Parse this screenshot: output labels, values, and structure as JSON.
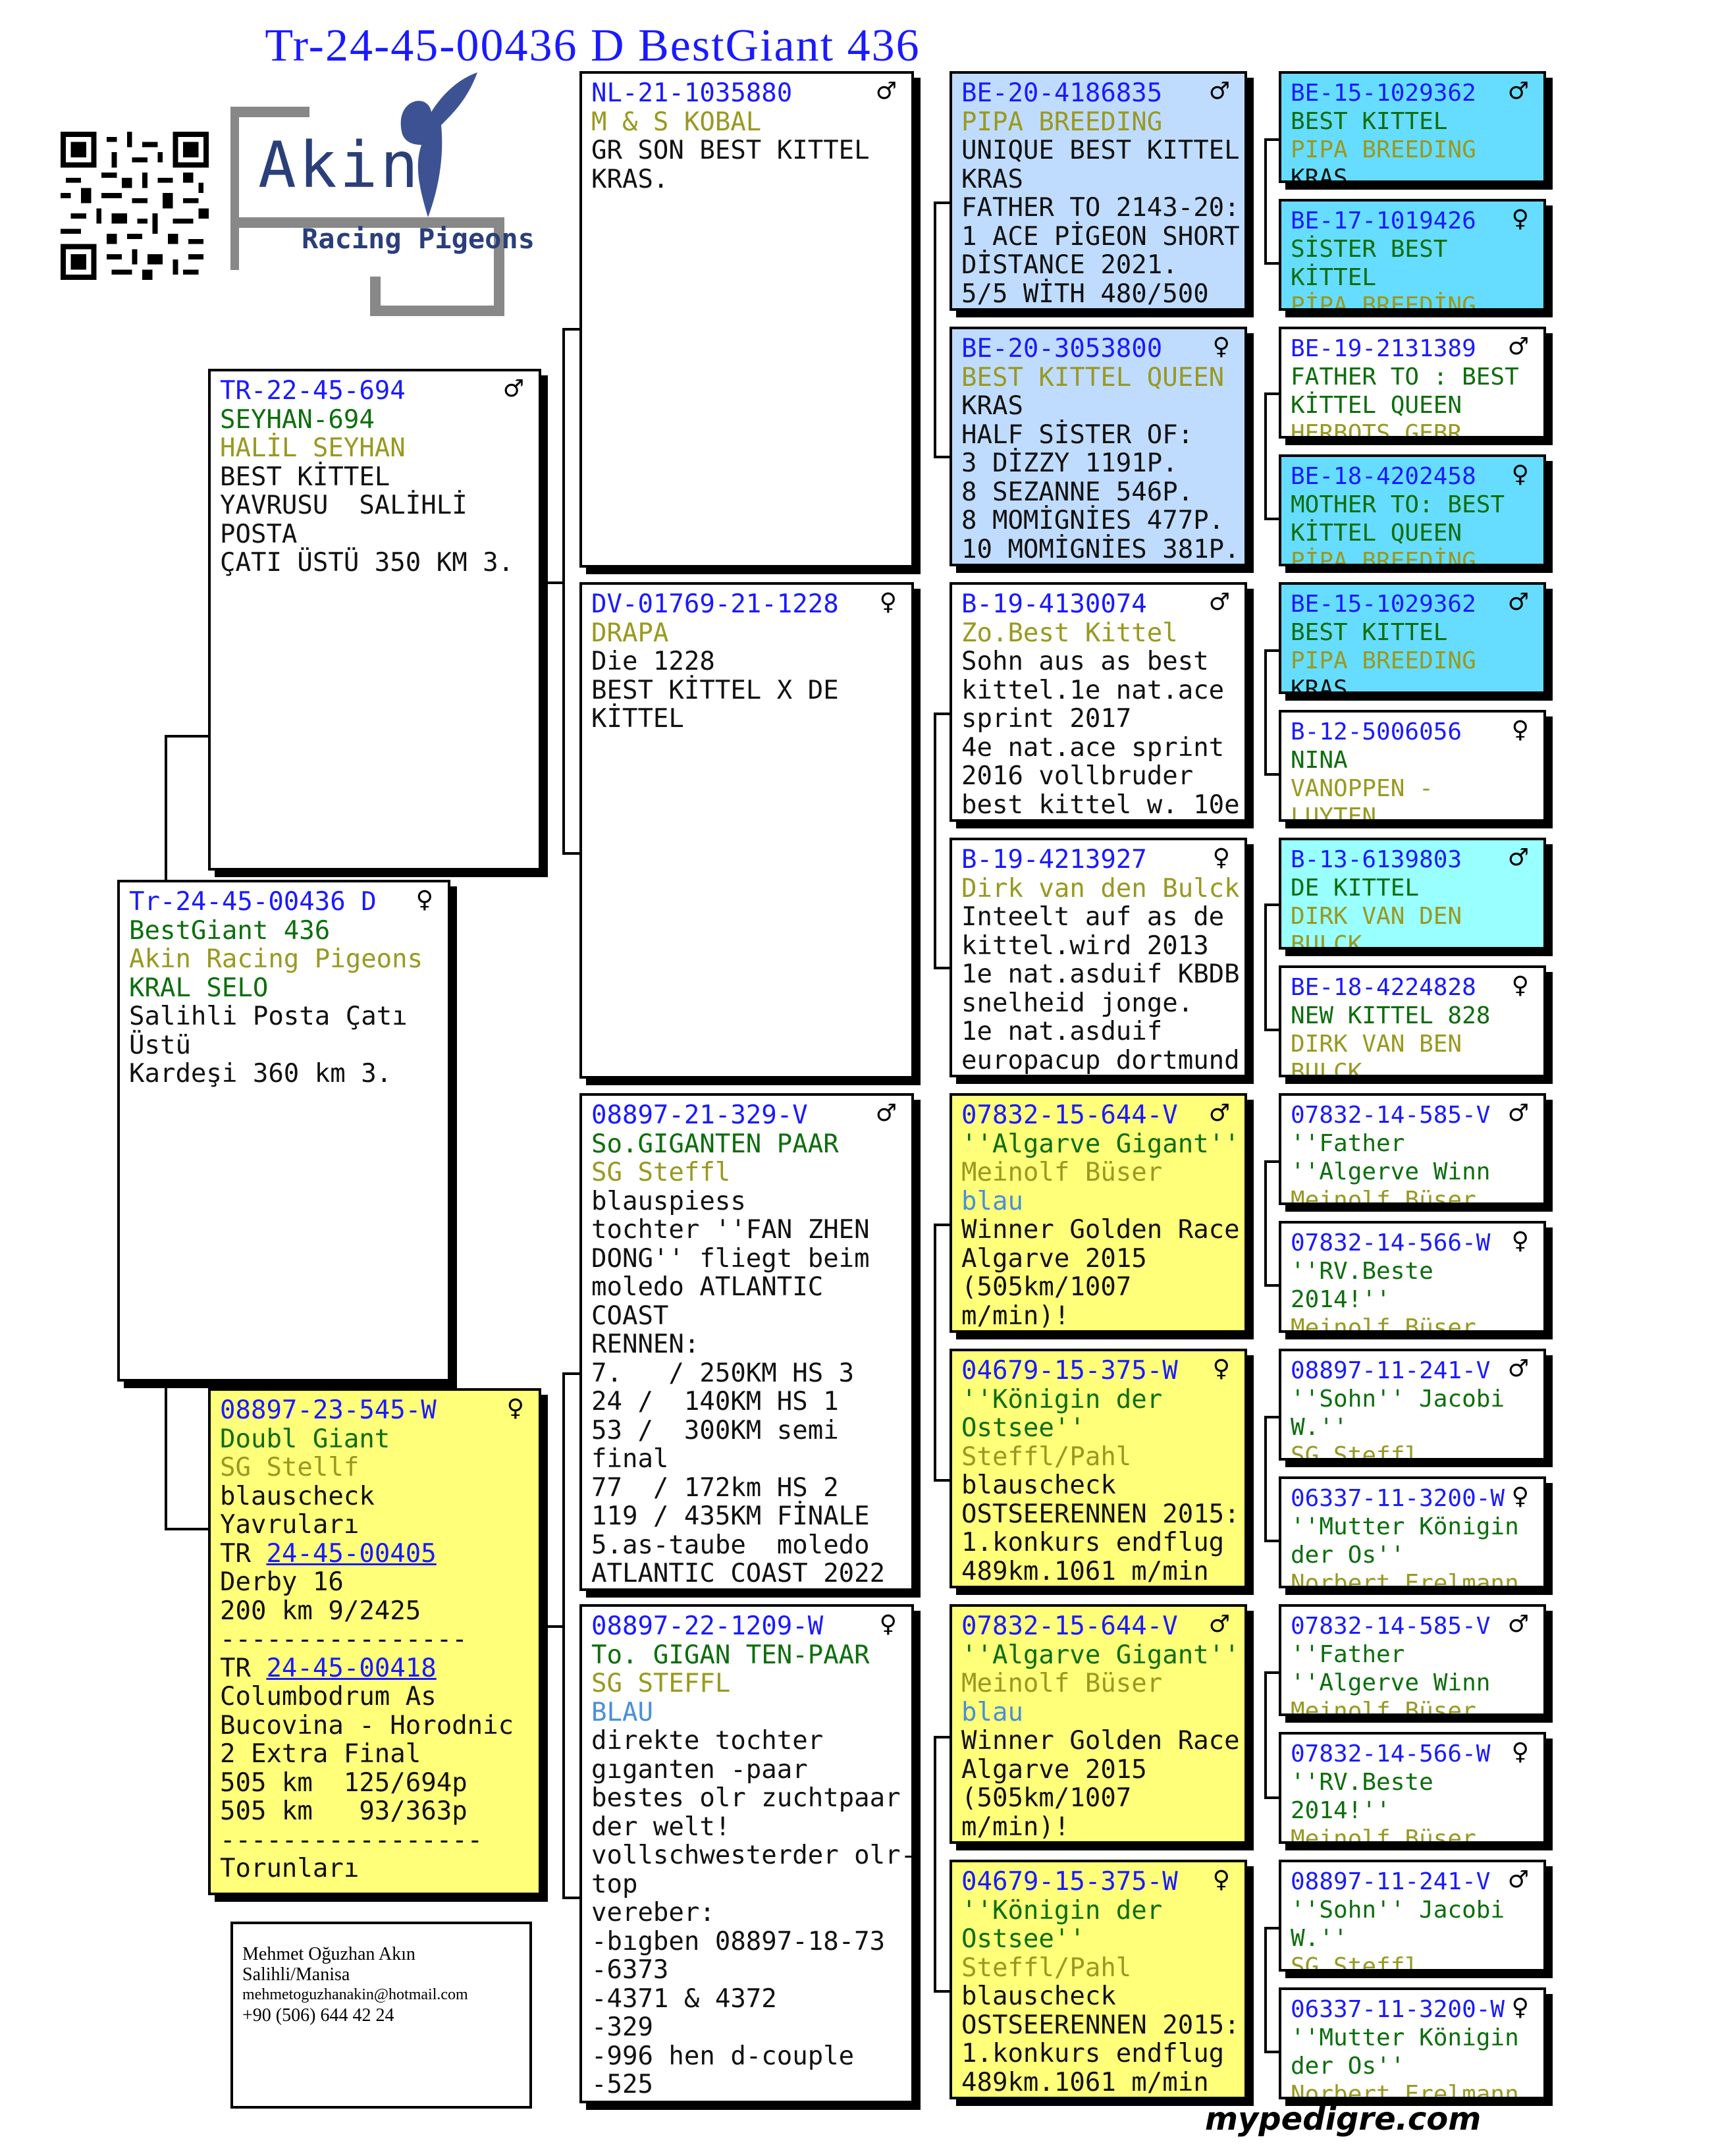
{
  "title": "Tr-24-45-00436 D BestGiant 436",
  "contact": {
    "name": "Mehmet Oğuzhan Akın",
    "city": "Salihli/Manisa",
    "email": "mehmetoguzhanakin@hotmail.com",
    "phone": "+90 (506) 644 42 24"
  },
  "logo": {
    "name": "Akin",
    "subtitle": "Racing Pigeons",
    "icon": "pigeon-icon"
  },
  "footer": "mypedigre.com",
  "colors": {
    "ring": "#1a1aff",
    "name": "#0d6e0d",
    "breeder": "#999922",
    "color": "#4a8fd6",
    "yellow": "#ffff7a",
    "blue": "#bfdcff",
    "cyan": "#66ddff",
    "aqua": "#99ffff"
  },
  "birds": {
    "subject": {
      "sex": "♀",
      "lines": [
        {
          "t": "Tr-24-45-00436 D",
          "c": "ring"
        },
        {
          "t": "BestGiant 436",
          "c": "n1"
        },
        {
          "t": "Akin Racing Pigeons",
          "c": "n2"
        },
        {
          "t": "KRAL SELO",
          "c": "n1"
        },
        {
          "t": "Salihli Posta Çatı",
          "c": "tx"
        },
        {
          "t": "Üstü",
          "c": "tx"
        },
        {
          "t": "Kardeşi 360 km 3.",
          "c": "tx"
        }
      ]
    },
    "sire": {
      "sex": "♂",
      "lines": [
        {
          "t": "TR-22-45-694",
          "c": "ring"
        },
        {
          "t": "SEYHAN-694",
          "c": "n1"
        },
        {
          "t": "HALİL SEYHAN",
          "c": "n2"
        },
        {
          "t": "BEST KİTTEL",
          "c": "tx"
        },
        {
          "t": "YAVRUSU  SALİHLİ",
          "c": "tx"
        },
        {
          "t": "POSTA",
          "c": "tx"
        },
        {
          "t": "ÇATI ÜSTÜ 350 KM 3.",
          "c": "tx"
        }
      ]
    },
    "dam": {
      "sex": "♀",
      "lines": [
        {
          "t": "08897-23-545-W",
          "c": "ring"
        },
        {
          "t": "Doubl Giant",
          "c": "n1"
        },
        {
          "t": "SG Stellf",
          "c": "n2"
        },
        {
          "t": "blauscheck",
          "c": "tx"
        },
        {
          "t": "Yavruları",
          "c": "tx"
        },
        {
          "t": "TR ",
          "c": "tx",
          "link": "24-45-00405"
        },
        {
          "t": "Derby 16",
          "c": "tx"
        },
        {
          "t": "200 km 9/2425",
          "c": "tx"
        },
        {
          "t": "----------------",
          "c": "tx"
        },
        {
          "t": "TR ",
          "c": "tx",
          "link": "24-45-00418"
        },
        {
          "t": "Columbodrum As",
          "c": "tx"
        },
        {
          "t": "Bucovina - Horodnic",
          "c": "tx"
        },
        {
          "t": "2 Extra Final",
          "c": "tx"
        },
        {
          "t": "505 km  125/694p",
          "c": "tx"
        },
        {
          "t": "505 km   93/363p",
          "c": "tx"
        },
        {
          "t": "-----------------",
          "c": "tx"
        },
        {
          "t": "Torunları",
          "c": "tx"
        }
      ]
    },
    "ss": {
      "sex": "♂",
      "lines": [
        {
          "t": "NL-21-1035880",
          "c": "ring"
        },
        {
          "t": "M & S KOBAL",
          "c": "n2"
        },
        {
          "t": "GR SON BEST KITTEL",
          "c": "tx"
        },
        {
          "t": "KRAS.",
          "c": "tx"
        }
      ]
    },
    "sd": {
      "sex": "♀",
      "lines": [
        {
          "t": "DV-01769-21-1228",
          "c": "ring"
        },
        {
          "t": "DRAPA",
          "c": "n2"
        },
        {
          "t": "Die 1228",
          "c": "tx"
        },
        {
          "t": "BEST KİTTEL X DE",
          "c": "tx"
        },
        {
          "t": "KİTTEL",
          "c": "tx"
        }
      ]
    },
    "ds": {
      "sex": "♂",
      "lines": [
        {
          "t": "08897-21-329-V",
          "c": "ring"
        },
        {
          "t": "So.GIGANTEN PAAR",
          "c": "n1"
        },
        {
          "t": "SG Steffl",
          "c": "n2"
        },
        {
          "t": "blauspiess",
          "c": "tx"
        },
        {
          "t": "tochter ''FAN ZHEN",
          "c": "tx"
        },
        {
          "t": "DONG'' fliegt beim",
          "c": "tx"
        },
        {
          "t": "moledo ATLANTIC",
          "c": "tx"
        },
        {
          "t": "COAST",
          "c": "tx"
        },
        {
          "t": "RENNEN:",
          "c": "tx"
        },
        {
          "t": "7.   / 250KM HS 3",
          "c": "tx"
        },
        {
          "t": "24 /  140KM HS 1",
          "c": "tx"
        },
        {
          "t": "53 /  300KM semi",
          "c": "tx"
        },
        {
          "t": "final",
          "c": "tx"
        },
        {
          "t": "77  / 172km HS 2",
          "c": "tx"
        },
        {
          "t": "119 / 435KM FİNALE",
          "c": "tx"
        },
        {
          "t": "5.as-taube  moledo",
          "c": "tx"
        },
        {
          "t": "ATLANTIC COAST 2022",
          "c": "tx"
        }
      ]
    },
    "dd": {
      "sex": "♀",
      "lines": [
        {
          "t": "08897-22-1209-W",
          "c": "ring"
        },
        {
          "t": "To. GIGAN TEN-PAAR",
          "c": "n1"
        },
        {
          "t": "SG STEFFL",
          "c": "n2"
        },
        {
          "t": "BLAU",
          "c": "n3"
        },
        {
          "t": "direkte tochter",
          "c": "tx"
        },
        {
          "t": "gıganten -paar",
          "c": "tx"
        },
        {
          "t": "bestes olr zuchtpaar",
          "c": "tx"
        },
        {
          "t": "der welt!",
          "c": "tx"
        },
        {
          "t": "vollschwesterder olr-",
          "c": "tx"
        },
        {
          "t": "top",
          "c": "tx"
        },
        {
          "t": "vereber:",
          "c": "tx"
        },
        {
          "t": "-bıgben 08897-18-73",
          "c": "tx"
        },
        {
          "t": "-6373",
          "c": "tx"
        },
        {
          "t": "-4371 & 4372",
          "c": "tx"
        },
        {
          "t": "-329",
          "c": "tx"
        },
        {
          "t": "-996 hen d-couple",
          "c": "tx"
        },
        {
          "t": "-525",
          "c": "tx"
        }
      ]
    },
    "sss": {
      "sex": "♂",
      "lines": [
        {
          "t": "BE-20-4186835",
          "c": "ring"
        },
        {
          "t": "PIPA BREEDING",
          "c": "n2"
        },
        {
          "t": "UNIQUE BEST KITTEL",
          "c": "tx"
        },
        {
          "t": "KRAS",
          "c": "tx"
        },
        {
          "t": "FATHER TO 2143-20:",
          "c": "tx"
        },
        {
          "t": "1 ACE PİGEON SHORT",
          "c": "tx"
        },
        {
          "t": "DİSTANCE 2021.",
          "c": "tx"
        },
        {
          "t": "5/5 WİTH 480/500",
          "c": "tx"
        }
      ]
    },
    "ssd": {
      "sex": "♀",
      "lines": [
        {
          "t": "BE-20-3053800",
          "c": "ring"
        },
        {
          "t": "BEST KITTEL QUEEN",
          "c": "n2"
        },
        {
          "t": "KRAS",
          "c": "tx"
        },
        {
          "t": "HALF SİSTER OF:",
          "c": "tx"
        },
        {
          "t": "3 DİZZY 1191P.",
          "c": "tx"
        },
        {
          "t": "8 SEZANNE 546P.",
          "c": "tx"
        },
        {
          "t": "8 MOMİGNİES 477P.",
          "c": "tx"
        },
        {
          "t": "10 MOMİGNİES 381P.",
          "c": "tx"
        }
      ]
    },
    "sds": {
      "sex": "♂",
      "lines": [
        {
          "t": "B-19-4130074",
          "c": "ring"
        },
        {
          "t": "Zo.Best Kittel",
          "c": "n2"
        },
        {
          "t": "Sohn aus as best",
          "c": "tx"
        },
        {
          "t": "kittel.1e nat.ace",
          "c": "tx"
        },
        {
          "t": "sprint 2017",
          "c": "tx"
        },
        {
          "t": "4e nat.ace sprint",
          "c": "tx"
        },
        {
          "t": "2016 vollbruder",
          "c": "tx"
        },
        {
          "t": "best kittel w. 10e",
          "c": "tx"
        }
      ]
    },
    "sdd": {
      "sex": "♀",
      "lines": [
        {
          "t": "B-19-4213927",
          "c": "ring"
        },
        {
          "t": "Dirk van den Bulck",
          "c": "n2"
        },
        {
          "t": "Inteelt auf as de",
          "c": "tx"
        },
        {
          "t": "kittel.wird 2013",
          "c": "tx"
        },
        {
          "t": "1e nat.asduif KBDB",
          "c": "tx"
        },
        {
          "t": "snelheid jonge.",
          "c": "tx"
        },
        {
          "t": "1e nat.asduif",
          "c": "tx"
        },
        {
          "t": "europacup dortmund",
          "c": "tx"
        }
      ]
    },
    "dss": {
      "sex": "♂",
      "lines": [
        {
          "t": "07832-15-644-V",
          "c": "ring"
        },
        {
          "t": "''Algarve Gigant''",
          "c": "n1"
        },
        {
          "t": "Meinolf Büser",
          "c": "n2"
        },
        {
          "t": "blau",
          "c": "n3"
        },
        {
          "t": "Winner Golden Race",
          "c": "tx"
        },
        {
          "t": "Algarve 2015",
          "c": "tx"
        },
        {
          "t": "(505km/1007",
          "c": "tx"
        },
        {
          "t": "m/min)!",
          "c": "tx"
        }
      ]
    },
    "dsd": {
      "sex": "♀",
      "lines": [
        {
          "t": "04679-15-375-W",
          "c": "ring"
        },
        {
          "t": "''Königin der",
          "c": "n1"
        },
        {
          "t": "Ostsee''",
          "c": "n1"
        },
        {
          "t": "Steffl/Pahl",
          "c": "n2"
        },
        {
          "t": "blauscheck",
          "c": "tx"
        },
        {
          "t": "OSTSEERENNEN 2015:",
          "c": "tx"
        },
        {
          "t": "1.konkurs endflug",
          "c": "tx"
        },
        {
          "t": "489km.1061 m/min",
          "c": "tx"
        }
      ]
    },
    "dds": {
      "sex": "♂",
      "lines": [
        {
          "t": "07832-15-644-V",
          "c": "ring"
        },
        {
          "t": "''Algarve Gigant''",
          "c": "n1"
        },
        {
          "t": "Meinolf Büser",
          "c": "n2"
        },
        {
          "t": "blau",
          "c": "n3"
        },
        {
          "t": "Winner Golden Race",
          "c": "tx"
        },
        {
          "t": "Algarve 2015",
          "c": "tx"
        },
        {
          "t": "(505km/1007",
          "c": "tx"
        },
        {
          "t": "m/min)!",
          "c": "tx"
        }
      ]
    },
    "ddd": {
      "sex": "♀",
      "lines": [
        {
          "t": "04679-15-375-W",
          "c": "ring"
        },
        {
          "t": "''Königin der",
          "c": "n1"
        },
        {
          "t": "Ostsee''",
          "c": "n1"
        },
        {
          "t": "Steffl/Pahl",
          "c": "n2"
        },
        {
          "t": "blauscheck",
          "c": "tx"
        },
        {
          "t": "OSTSEERENNEN 2015:",
          "c": "tx"
        },
        {
          "t": "1.konkurs endflug",
          "c": "tx"
        },
        {
          "t": "489km.1061 m/min",
          "c": "tx"
        }
      ]
    },
    "g1": {
      "sex": "♂",
      "lines": [
        {
          "t": "BE-15-1029362",
          "c": "ring"
        },
        {
          "t": "BEST KITTEL",
          "c": "n1"
        },
        {
          "t": "PIPA BREEDING",
          "c": "n2"
        },
        {
          "t": "KRAS",
          "c": "tx"
        }
      ]
    },
    "g2": {
      "sex": "♀",
      "lines": [
        {
          "t": "BE-17-1019426",
          "c": "ring"
        },
        {
          "t": "SİSTER BEST",
          "c": "n1"
        },
        {
          "t": "KİTTEL",
          "c": "n1"
        },
        {
          "t": "PİPA BREEDİNG",
          "c": "n2"
        }
      ]
    },
    "g3": {
      "sex": "♂",
      "lines": [
        {
          "t": "BE-19-2131389",
          "c": "ring"
        },
        {
          "t": "FATHER TO : BEST",
          "c": "n1"
        },
        {
          "t": "KİTTEL QUEEN",
          "c": "n1"
        },
        {
          "t": "HERBOTS GEBR",
          "c": "n2"
        }
      ]
    },
    "g4": {
      "sex": "♀",
      "lines": [
        {
          "t": "BE-18-4202458",
          "c": "ring"
        },
        {
          "t": "MOTHER TO: BEST",
          "c": "n1"
        },
        {
          "t": "KİTTEL QUEEN",
          "c": "n1"
        },
        {
          "t": "PİPA BREEDİNG",
          "c": "n2"
        }
      ]
    },
    "g5": {
      "sex": "♂",
      "lines": [
        {
          "t": "BE-15-1029362",
          "c": "ring"
        },
        {
          "t": "BEST KITTEL",
          "c": "n1"
        },
        {
          "t": "PIPA BREEDING",
          "c": "n2"
        },
        {
          "t": "KRAS",
          "c": "tx"
        }
      ]
    },
    "g6": {
      "sex": "♀",
      "lines": [
        {
          "t": "B-12-5006056",
          "c": "ring"
        },
        {
          "t": "NINA",
          "c": "n1"
        },
        {
          "t": "VANOPPEN -",
          "c": "n2"
        },
        {
          "t": "LUYTEN",
          "c": "n2"
        }
      ]
    },
    "g7": {
      "sex": "♂",
      "lines": [
        {
          "t": "B-13-6139803",
          "c": "ring"
        },
        {
          "t": "DE KITTEL",
          "c": "n1"
        },
        {
          "t": "DIRK VAN DEN",
          "c": "n2"
        },
        {
          "t": "BULCK",
          "c": "n2"
        }
      ]
    },
    "g8": {
      "sex": "♀",
      "lines": [
        {
          "t": "BE-18-4224828",
          "c": "ring"
        },
        {
          "t": "NEW KITTEL 828",
          "c": "n1"
        },
        {
          "t": "DIRK VAN BEN",
          "c": "n2"
        },
        {
          "t": "BULCK",
          "c": "n2"
        }
      ]
    },
    "g9": {
      "sex": "♂",
      "lines": [
        {
          "t": "07832-14-585-V",
          "c": "ring"
        },
        {
          "t": "''Father",
          "c": "n1"
        },
        {
          "t": "''Algerve Winn",
          "c": "n1"
        },
        {
          "t": "Meinolf Büser",
          "c": "n2"
        }
      ]
    },
    "g10": {
      "sex": "♀",
      "lines": [
        {
          "t": "07832-14-566-W",
          "c": "ring"
        },
        {
          "t": "''RV.Beste",
          "c": "n1"
        },
        {
          "t": "2014!''",
          "c": "n1"
        },
        {
          "t": "Meinolf Büser",
          "c": "n2"
        }
      ]
    },
    "g11": {
      "sex": "♂",
      "lines": [
        {
          "t": "08897-11-241-V",
          "c": "ring"
        },
        {
          "t": "''Sohn'' Jacobi",
          "c": "n1"
        },
        {
          "t": "W.''",
          "c": "n1"
        },
        {
          "t": "SG Steffl",
          "c": "n2"
        }
      ]
    },
    "g12": {
      "sex": "♀",
      "lines": [
        {
          "t": "06337-11-3200-W",
          "c": "ring"
        },
        {
          "t": "''Mutter Königin",
          "c": "n1"
        },
        {
          "t": "der Os''",
          "c": "n1"
        },
        {
          "t": "Norbert Erelmann",
          "c": "n2"
        }
      ]
    },
    "g13": {
      "sex": "♂",
      "lines": [
        {
          "t": "07832-14-585-V",
          "c": "ring"
        },
        {
          "t": "''Father",
          "c": "n1"
        },
        {
          "t": "''Algerve Winn",
          "c": "n1"
        },
        {
          "t": "Meinolf Büser",
          "c": "n2"
        }
      ]
    },
    "g14": {
      "sex": "♀",
      "lines": [
        {
          "t": "07832-14-566-W",
          "c": "ring"
        },
        {
          "t": "''RV.Beste",
          "c": "n1"
        },
        {
          "t": "2014!''",
          "c": "n1"
        },
        {
          "t": "Meinolf Büser",
          "c": "n2"
        }
      ]
    },
    "g15": {
      "sex": "♂",
      "lines": [
        {
          "t": "08897-11-241-V",
          "c": "ring"
        },
        {
          "t": "''Sohn'' Jacobi",
          "c": "n1"
        },
        {
          "t": "W.''",
          "c": "n1"
        },
        {
          "t": "SG Steffl",
          "c": "n2"
        }
      ]
    },
    "g16": {
      "sex": "♀",
      "lines": [
        {
          "t": "06337-11-3200-W",
          "c": "ring"
        },
        {
          "t": "''Mutter Königin",
          "c": "n1"
        },
        {
          "t": "der Os''",
          "c": "n1"
        },
        {
          "t": "Norbert Erelmann",
          "c": "n2"
        }
      ]
    }
  }
}
